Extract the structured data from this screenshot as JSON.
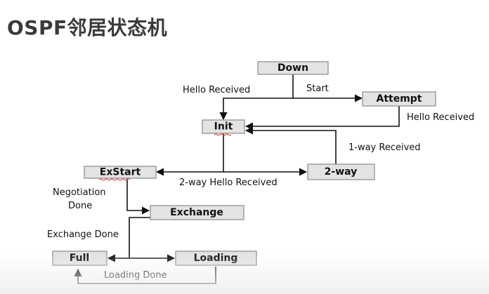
{
  "title": "OSPF邻居状态机",
  "states": {
    "down": "Down",
    "attempt": "Attempt",
    "init": "Init",
    "exstart": "ExStart",
    "twoway": "2-way",
    "exchange": "Exchange",
    "full": "Full",
    "loading": "Loading"
  },
  "transitions": {
    "hello_received_left": "Hello Received",
    "start": "Start",
    "hello_received_right": "Hello Received",
    "one_way_received": "1-way Received",
    "two_way_hello_received": "2-way Hello Received",
    "negotiation_done_1": "Negotiation",
    "negotiation_done_2": "Done",
    "exchange_done": "Exchange Done",
    "loading_done": "Loading Done"
  },
  "colors": {
    "state_fill": "#e3e3e3",
    "state_border": "#8a8a8a",
    "title": "#3a3a3a",
    "spellcheck_underline": "#d84040"
  }
}
